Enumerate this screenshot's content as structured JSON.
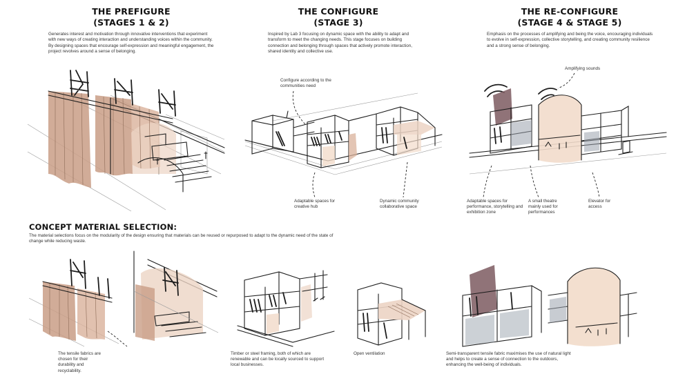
{
  "stages": [
    {
      "title_line1": "THE PREFIGURE",
      "title_line2": "(STAGES 1 & 2)",
      "description": "Generates interest and motivation through innovative interventions that experiment with new ways of creating interaction and understanding voices within the community. By designing spaces that encourage self-expression and meaningful engagement, the project revolves around a sense of belonging."
    },
    {
      "title_line1": "THE CONFIGURE",
      "title_line2": "(STAGE 3)",
      "description": "Inspired by Lab 3 focusing on dynamic space with the ability to adapt and transform to meet the changing needs. This stage focuses on building connection and belonging through spaces that actively promote interaction, shared identity and collective use."
    },
    {
      "title_line1": "THE RE-CONFIGURE",
      "title_line2": "(STAGE 4 & STAGE 5)",
      "description": "Emphasis on the processes of amplifying and being the voice, encouraging individuals to evolve in self-expression, collective storytelling, and creating community resilience and a strong sense of belonging."
    }
  ],
  "annotations": {
    "configure_need": "Configure according to the communities need",
    "adaptable_creative": "Adaptable spaces for creative hub",
    "dynamic_community": "Dynamic community collaborative space",
    "amplifying_sounds": "Amplifying sounds",
    "adaptable_performance": "Adaptable spaces for performance, storytelling and exhibition zone",
    "small_theatre": "A small theatre mainly used for performances",
    "elevator": "Elevator for access"
  },
  "concept": {
    "heading": "CONCEPT MATERIAL SELECTION:",
    "description": "The material selections focus on the modularity of the design ensuring that materials can be reused or repurposed to adapt to the dynamic need of the state of change while reducing waste.",
    "notes": [
      "The tensile fabrics are chosen for their durability and recyclability.",
      "Timber or steel framing, both of which are renewable and can be locally sourced to support local businesses.",
      "Open ventilation",
      "Semi-transparent tensile fabric maximises the use of natural light and helps to create a sense of connection to the outdoors, enhancing the well-being of individuals."
    ]
  },
  "colors": {
    "fabric": "#c99e86",
    "fabric_light": "#ecd4c4",
    "theatre": "#f2dccb",
    "mauve": "#7d5a60",
    "ink": "#1c1c1c"
  }
}
